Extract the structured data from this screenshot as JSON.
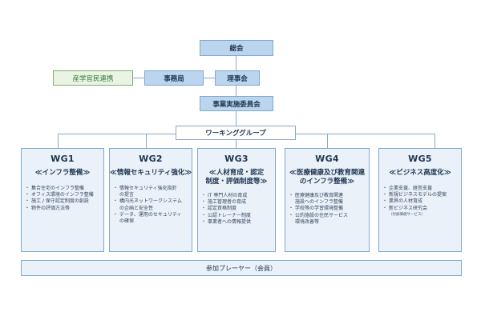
{
  "nodes": {
    "general_meeting": "総会",
    "secretariat": "事務局",
    "board": "理事会",
    "partnership": "産学官民連携",
    "executive_committee": "事業実施委員会",
    "working_group": "ワーキンググループ"
  },
  "working_groups": [
    {
      "title": "WG1",
      "subtitle": [
        "≪インフラ整備≫"
      ],
      "items": [
        "集合住宅のインフラ整備",
        "オフィス環境のインフラ整備",
        "施工 / 保守認定制度の創設",
        "物件の評価方法等"
      ]
    },
    {
      "title": "WG2",
      "subtitle": [
        "≪情報セキュリティ強化≫"
      ],
      "items": [
        "情報セキュリティ強化指針",
        "の提言",
        "構内光ネットワークシステム",
        "の企画と安全性",
        "データ、運用のセキュリティ",
        "の確保"
      ]
    },
    {
      "title": "WG3",
      "subtitle": [
        "≪人材育成・認定",
        "制度・評価制度等≫"
      ],
      "items": [
        "IT 専門人材の育成",
        "施工管理者の育成",
        "認定資格制度",
        "公認トレーナー制度",
        "事業者への情報提供"
      ]
    },
    {
      "title": "WG4",
      "subtitle": [
        "≪医療健康及び教育関連",
        "のインフラ整備≫"
      ],
      "items": [
        "医療健康及び教育関連",
        "施設へのインフラ整備",
        "学校等の学習環境整備",
        "公的施設の住民サービス",
        "環境改善等"
      ]
    },
    {
      "title": "WG5",
      "subtitle": [
        "≪ビジネス高度化≫"
      ],
      "items": [
        "企業支援、経営支援",
        "新規ビジネスモデルの提案",
        "業界の人材育成",
        "新ビジネス研究会"
      ],
      "note": "（付加価値サービス）"
    }
  ],
  "players": "参加プレーヤー（会員）"
}
